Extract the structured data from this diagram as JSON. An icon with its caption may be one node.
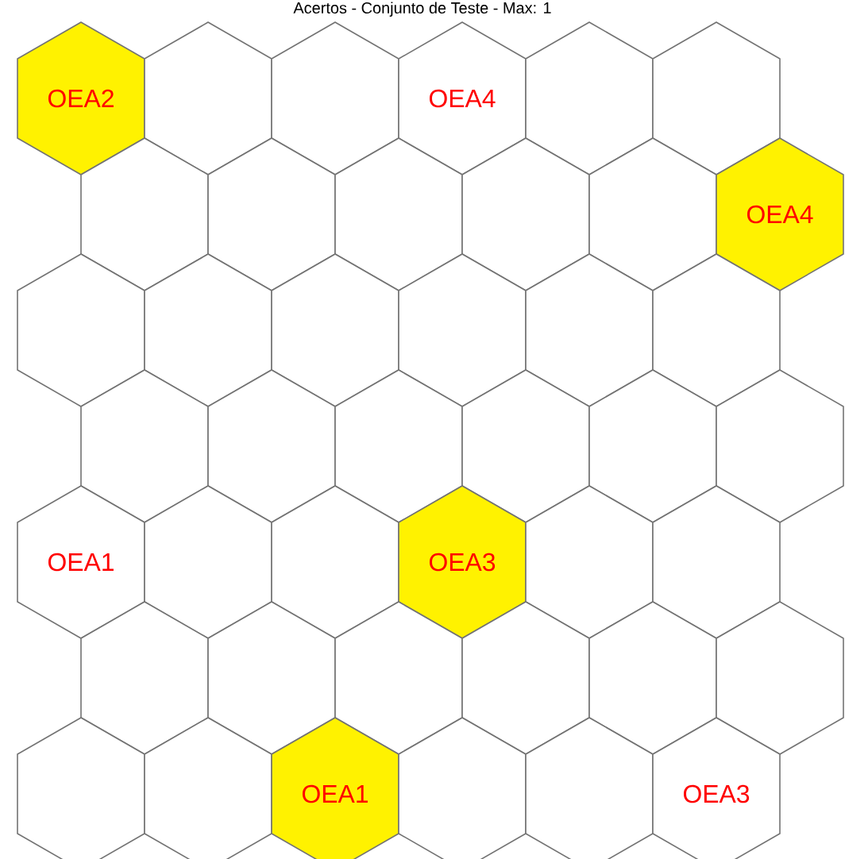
{
  "diagram": {
    "title": "Acertos - Conjunto de Teste - Max: 1",
    "nodes": [
      {
        "text": [
          "OEA2"
        ]
      },
      {
        "text": [],
        "shape": "hexagon"
      },
      {
        "text": [],
        "shape": "hexagon"
      },
      {
        "text": [
          "OEA4"
        ]
      },
      {
        "text": [],
        "shape": "hexagon"
      },
      {
        "text": [],
        "shape": "hexagon"
      },
      {
        "text": [],
        "shape": "hexagon"
      },
      {
        "text": [],
        "shape": "hexagon"
      },
      {
        "text": [],
        "shape": "hexagon"
      },
      {
        "text": [],
        "shape": "hexagon"
      },
      {
        "text": [],
        "shape": "hexagon"
      },
      {
        "text": [
          "OEA4"
        ]
      },
      {
        "text": [],
        "shape": "hexagon"
      },
      {
        "text": [],
        "shape": "hexagon"
      },
      {
        "text": [],
        "shape": "hexagon"
      },
      {
        "text": [],
        "shape": "hexagon"
      },
      {
        "text": [],
        "shape": "hexagon"
      },
      {
        "text": [],
        "shape": "hexagon"
      },
      {
        "text": [],
        "shape": "hexagon"
      },
      {
        "text": [],
        "shape": "hexagon"
      },
      {
        "text": [],
        "shape": "hexagon"
      },
      {
        "text": [],
        "shape": "hexagon"
      },
      {
        "text": [],
        "shape": "hexagon"
      },
      {
        "text": [],
        "shape": "hexagon"
      },
      {
        "text": [
          "OEA1"
        ]
      },
      {
        "text": [],
        "shape": "hexagon"
      },
      {
        "text": [],
        "shape": "hexagon"
      },
      {
        "text": [
          "OEA3"
        ]
      },
      {
        "text": [],
        "shape": "hexagon"
      },
      {
        "text": [],
        "shape": "hexagon"
      },
      {
        "text": [],
        "shape": "hexagon"
      },
      {
        "text": [],
        "shape": "hexagon"
      },
      {
        "text": [],
        "shape": "hexagon"
      },
      {
        "text": [],
        "shape": "hexagon"
      },
      {
        "text": [],
        "shape": "hexagon"
      },
      {
        "text": [],
        "shape": "hexagon"
      },
      {
        "text": [],
        "shape": "hexagon"
      },
      {
        "text": [],
        "shape": "hexagon"
      },
      {
        "text": [
          "OEA1"
        ]
      },
      {
        "text": [],
        "shape": "hexagon"
      },
      {
        "text": [],
        "shape": "hexagon"
      },
      {
        "text": [
          "OEA3"
        ]
      }
    ]
  }
}
